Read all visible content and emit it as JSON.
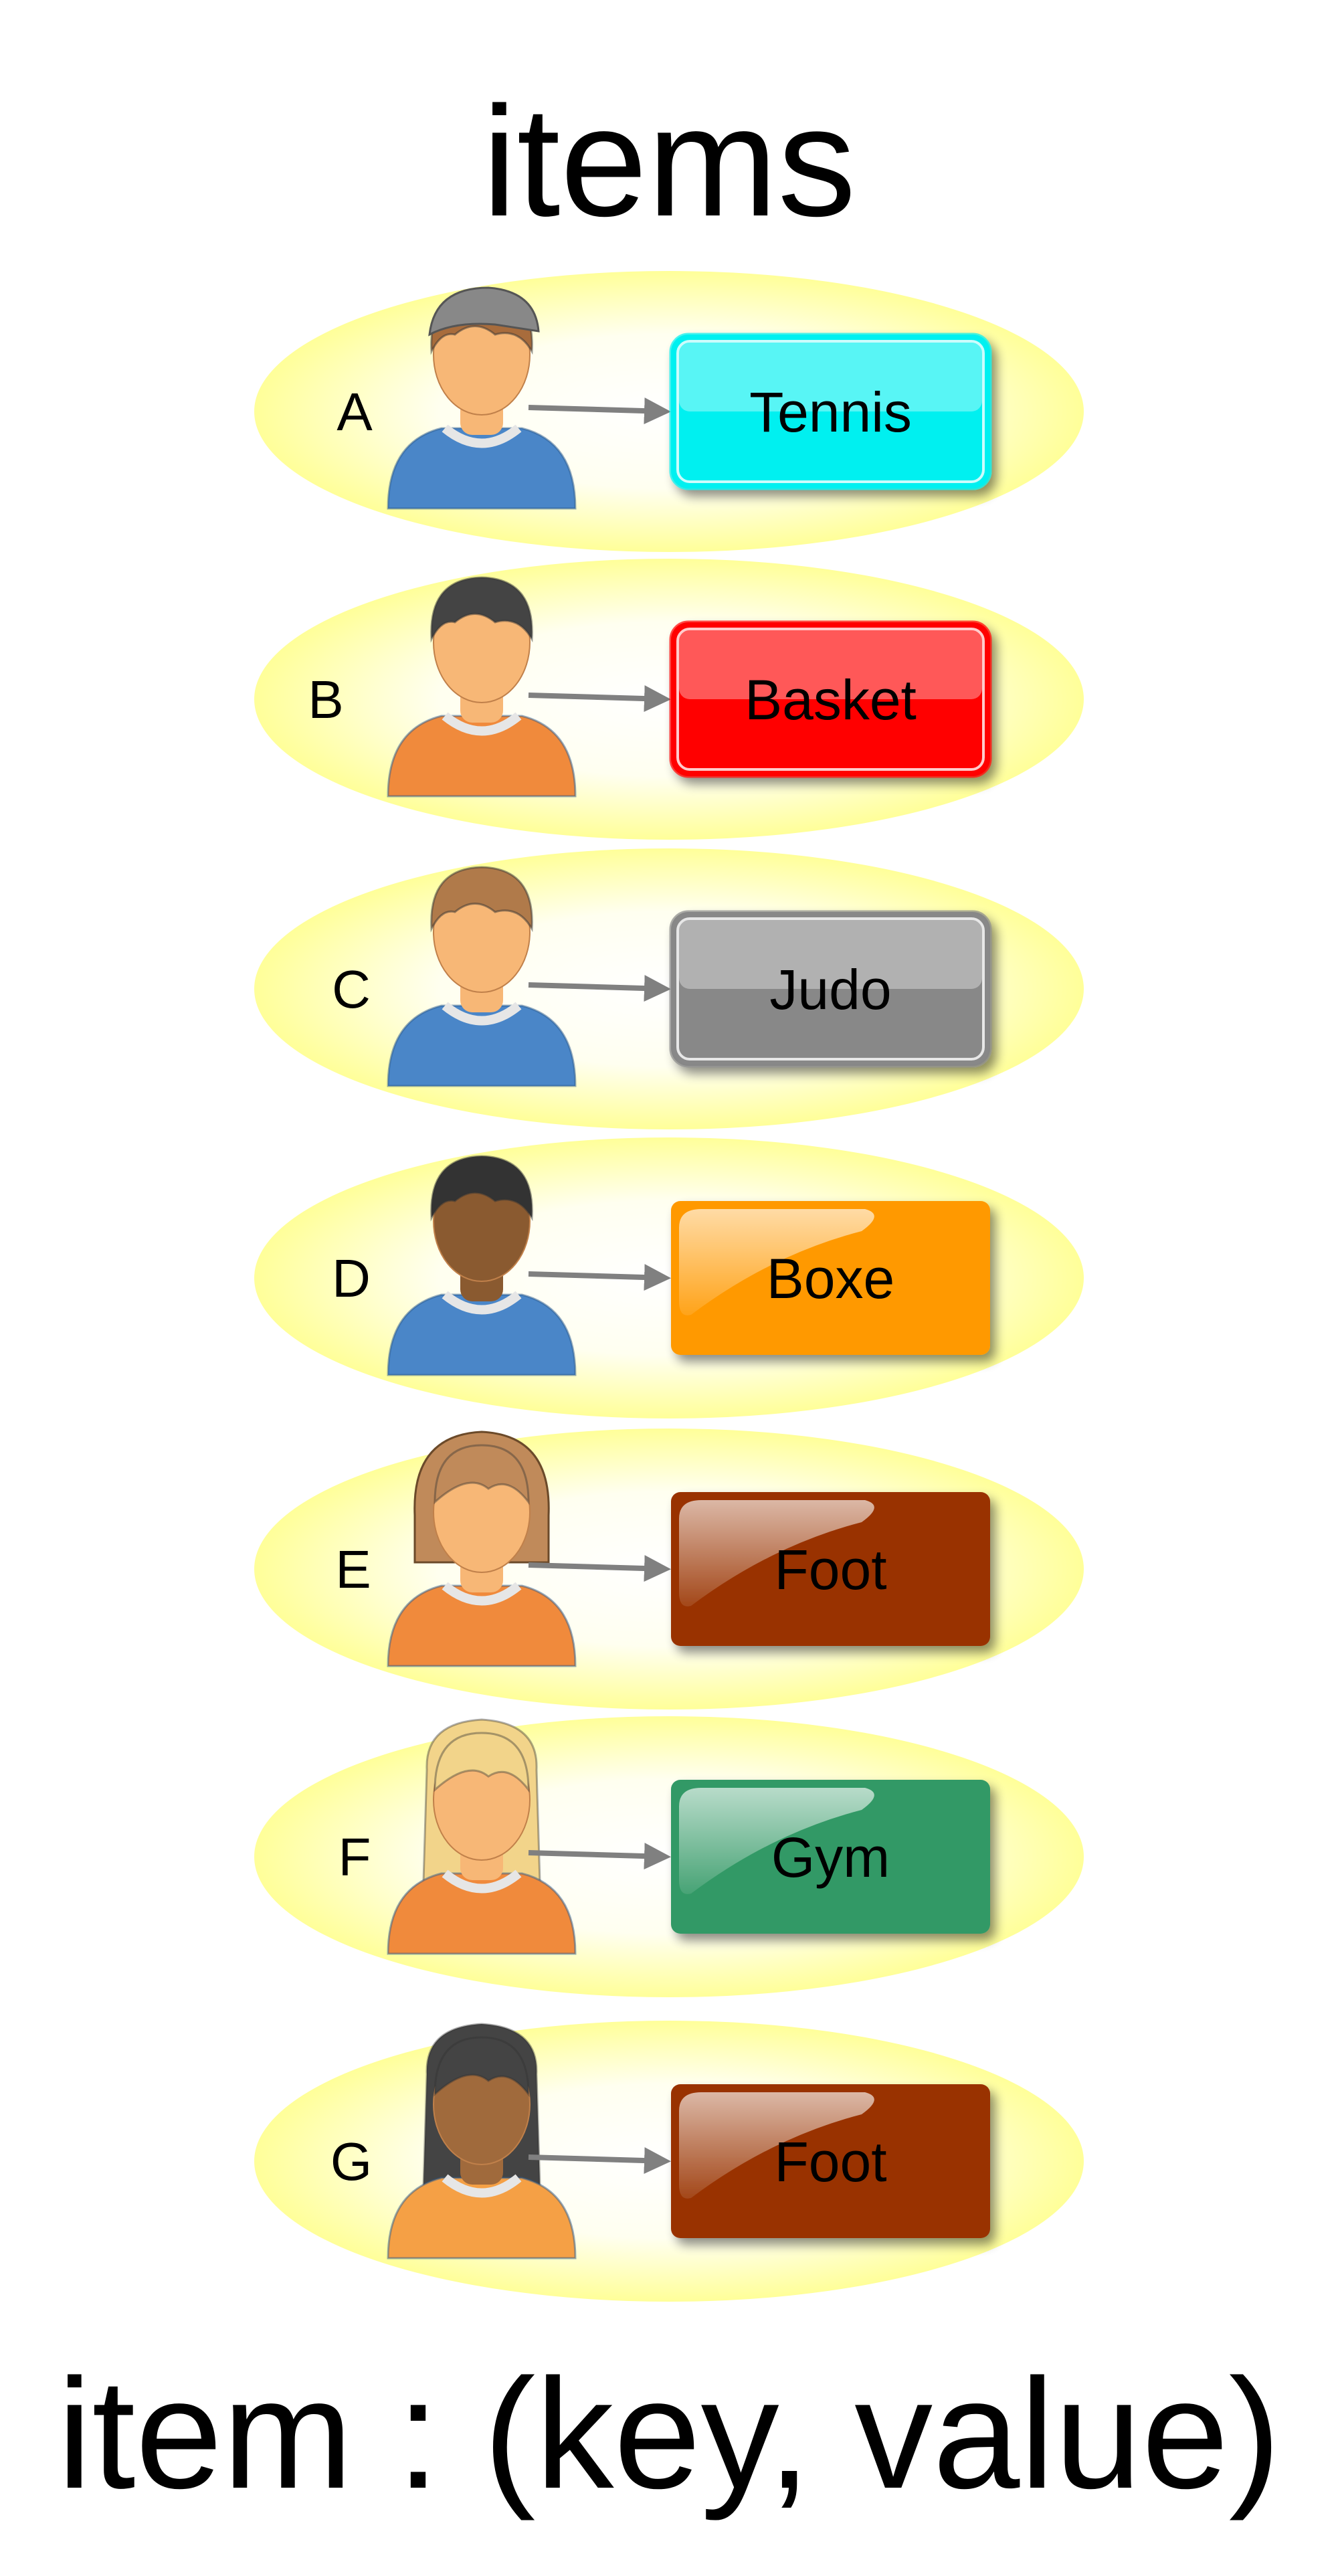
{
  "title": "items",
  "caption": "item : (key, value)",
  "items": [
    {
      "key": "A",
      "value": "Tennis",
      "avatar_icon": "boy-cap-blue-hoodie-icon",
      "skin": "#f7b776",
      "hair": "#a86c3c",
      "shirt": "#4a86c8",
      "box_color": "#00f0f0",
      "box_style": "glossy-bordered"
    },
    {
      "key": "B",
      "value": "Basket",
      "avatar_icon": "boy-dark-hair-orange-hoodie-icon",
      "skin": "#f7b776",
      "hair": "#444444",
      "shirt": "#f08a3c",
      "box_color": "#ff0000",
      "box_style": "glossy-bordered"
    },
    {
      "key": "C",
      "value": "Judo",
      "avatar_icon": "person-brown-hair-blue-hoodie-icon",
      "skin": "#f7b776",
      "hair": "#b07a4a",
      "shirt": "#4a86c8",
      "box_color": "#888888",
      "box_style": "glossy-bordered"
    },
    {
      "key": "D",
      "value": "Boxe",
      "avatar_icon": "boy-dark-skin-blue-hoodie-icon",
      "skin": "#8a5a30",
      "hair": "#333333",
      "shirt": "#4a86c8",
      "box_color": "#ff9900",
      "box_style": "glossy-flat"
    },
    {
      "key": "E",
      "value": "Foot",
      "avatar_icon": "girl-bob-orange-shirt-icon",
      "skin": "#f7b776",
      "hair": "#c08a5a",
      "shirt": "#f08a3c",
      "box_color": "#993300",
      "box_style": "glossy-flat"
    },
    {
      "key": "F",
      "value": "Gym",
      "avatar_icon": "girl-long-blonde-orange-shirt-icon",
      "skin": "#f7b776",
      "hair": "#f2d48a",
      "shirt": "#f08a3c",
      "box_color": "#339966",
      "box_style": "glossy-flat"
    },
    {
      "key": "G",
      "value": "Foot",
      "avatar_icon": "girl-long-dark-hair-orange-shirt-icon",
      "skin": "#a06a3c",
      "hair": "#444444",
      "shirt": "#f5a045",
      "box_color": "#993300",
      "box_style": "glossy-flat"
    }
  ],
  "colors": {
    "ellipse_center": "#ffffcc",
    "ellipse_edge": "#ffff99",
    "arrow": "#808080"
  }
}
